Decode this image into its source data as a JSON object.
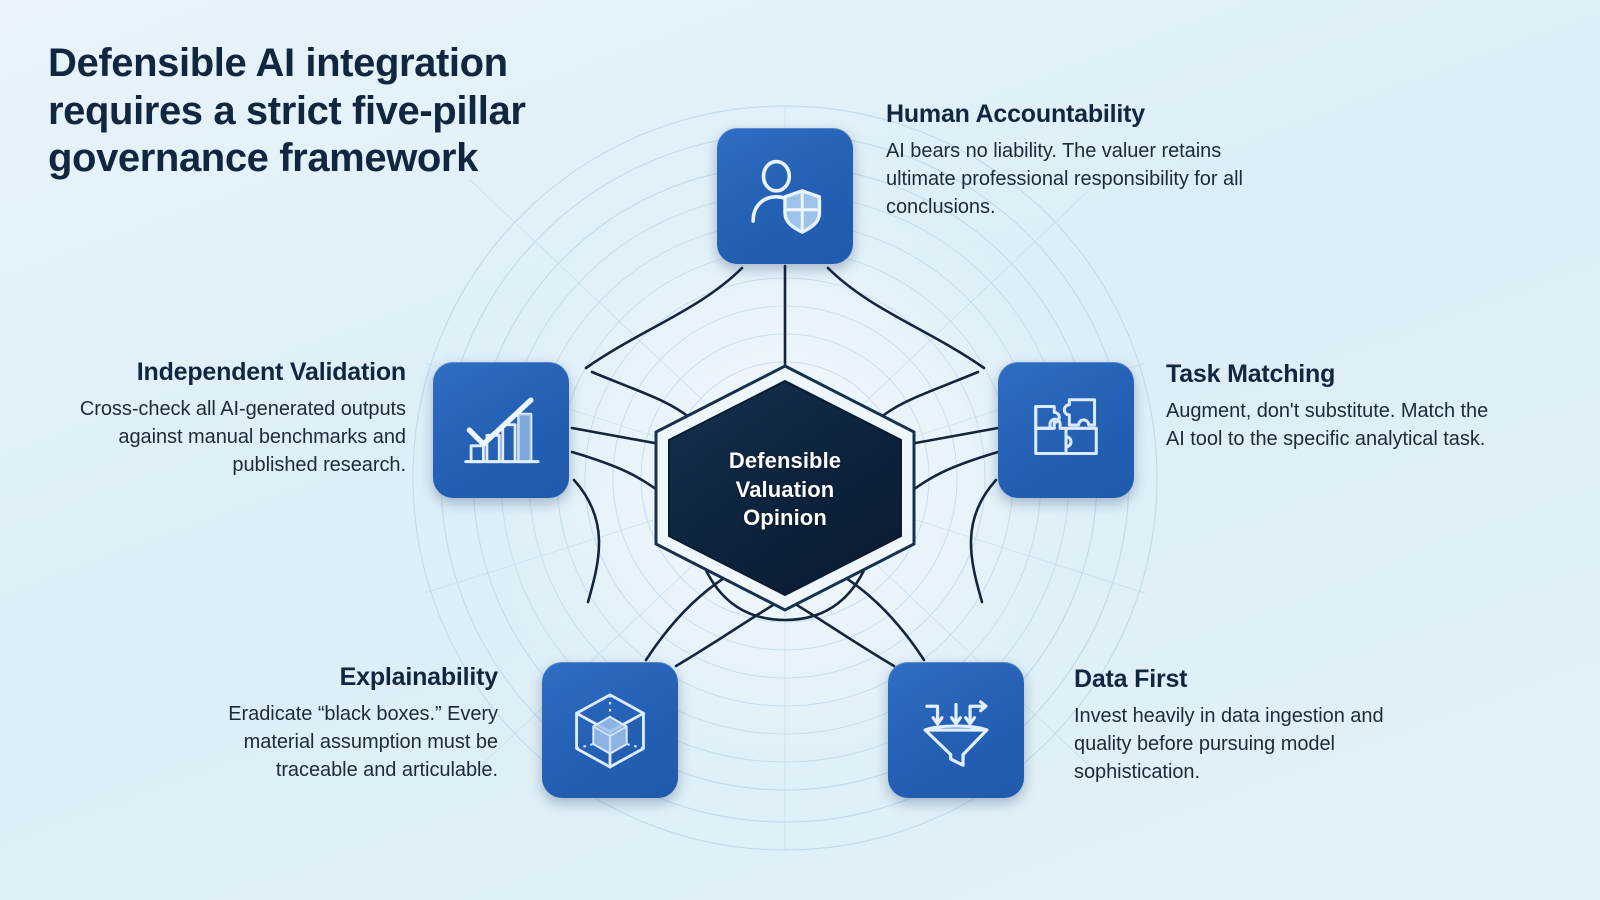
{
  "meta": {
    "background_color": "#e3f1f8",
    "accent_tile_color": "#2460b4",
    "hex_fill_color": "#0e2murky",
    "heading_color": "#11263f",
    "body_color": "#1c2b38"
  },
  "title": {
    "line1": "Defensible AI integration",
    "line2": "requires a strict five-pillar",
    "line3": "governance framework"
  },
  "center": {
    "line1": "Defensible",
    "line2": "Valuation",
    "line3": "Opinion"
  },
  "pillars": [
    {
      "id": "human-accountability",
      "title": "Human Accountability",
      "body": "AI bears no liability. The valuer retains ultimate professional responsibility for all conclusions.",
      "icon": "person-shield-icon",
      "align": "left",
      "position": "top"
    },
    {
      "id": "task-matching",
      "title": "Task Matching",
      "body": "Augment, don't substitute. Match the AI tool to the specific analytical task.",
      "icon": "puzzle-pieces-icon",
      "align": "left",
      "position": "right"
    },
    {
      "id": "data-first",
      "title": "Data First",
      "body": "Invest heavily in data ingestion and quality before pursuing model sophistication.",
      "icon": "funnel-icon",
      "align": "left",
      "position": "bottom-right"
    },
    {
      "id": "explainability",
      "title": "Explainability",
      "body": "Eradicate “black boxes.” Every material assumption must be traceable and articulable.",
      "icon": "transparent-cube-icon",
      "align": "right",
      "position": "bottom-left"
    },
    {
      "id": "independent-validation",
      "title": "Independent Validation",
      "body": "Cross-check all AI-generated outputs against manual benchmarks and published research.",
      "icon": "chart-checkmark-icon",
      "align": "right",
      "position": "left"
    }
  ]
}
